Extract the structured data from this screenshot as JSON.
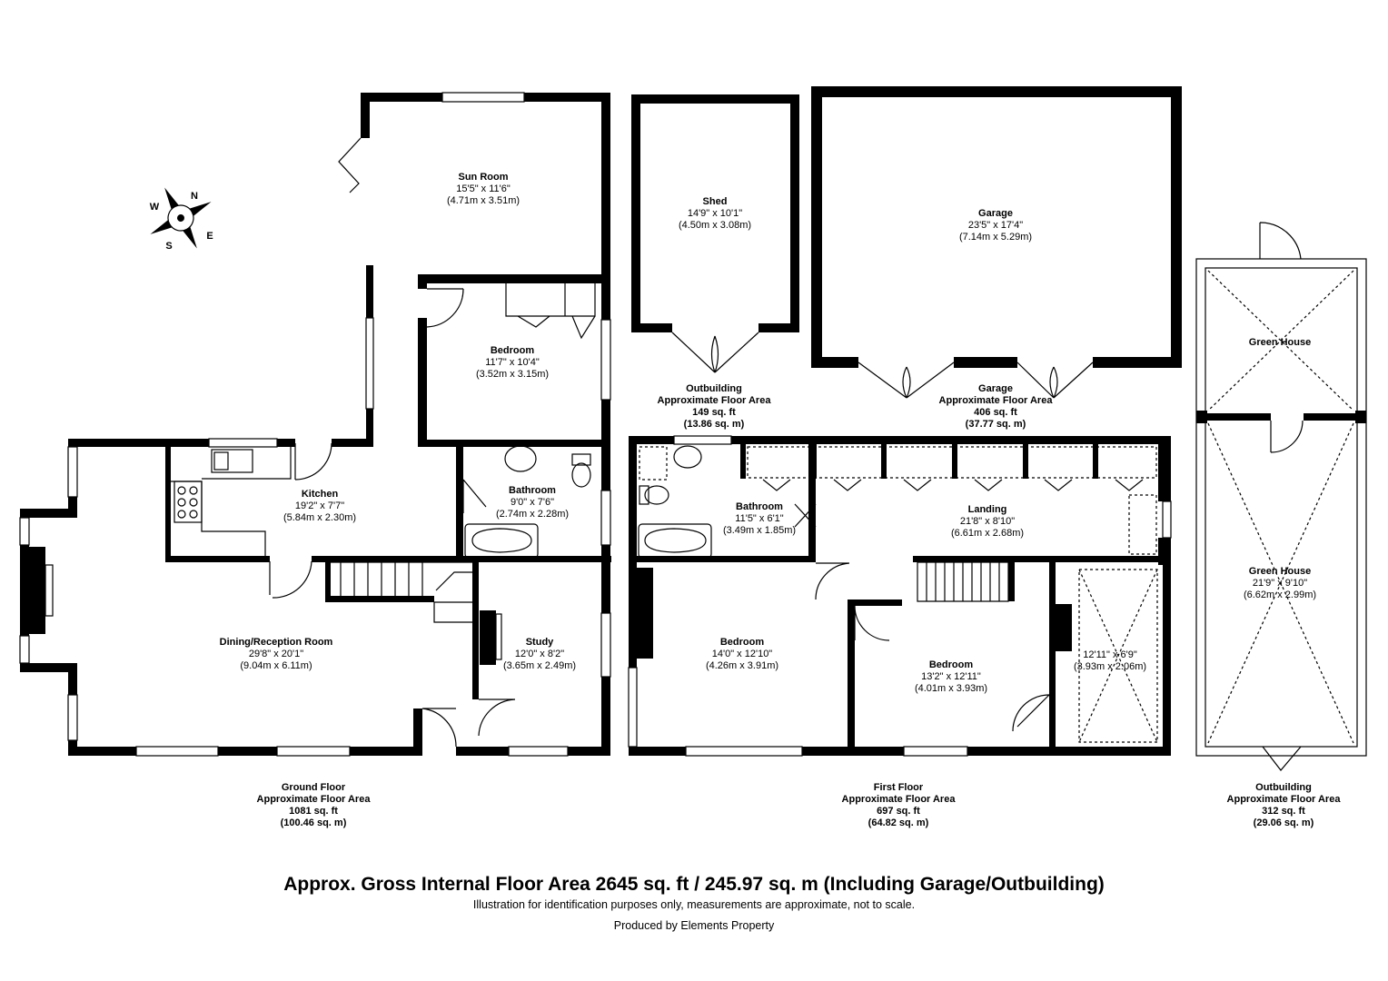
{
  "rooms": {
    "sun_room": {
      "name": "Sun Room",
      "imperial": "15'5\" x 11'6\"",
      "metric": "(4.71m x 3.51m)"
    },
    "bedroom_ground": {
      "name": "Bedroom",
      "imperial": "11'7\" x 10'4\"",
      "metric": "(3.52m x 3.15m)"
    },
    "kitchen": {
      "name": "Kitchen",
      "imperial": "19'2\" x 7'7\"",
      "metric": "(5.84m x 2.30m)"
    },
    "bathroom_ground": {
      "name": "Bathroom",
      "imperial": "9'0\" x 7'6\"",
      "metric": "(2.74m x 2.28m)"
    },
    "dining": {
      "name": "Dining/Reception Room",
      "imperial": "29'8\" x 20'1\"",
      "metric": "(9.04m x 6.11m)"
    },
    "study": {
      "name": "Study",
      "imperial": "12'0\" x 8'2\"",
      "metric": "(3.65m x 2.49m)"
    },
    "shed": {
      "name": "Shed",
      "imperial": "14'9\" x 10'1\"",
      "metric": "(4.50m x 3.08m)"
    },
    "garage": {
      "name": "Garage",
      "imperial": "23'5\" x 17'4\"",
      "metric": "(7.14m x 5.29m)"
    },
    "bathroom_first": {
      "name": "Bathroom",
      "imperial": "11'5\" x 6'1\"",
      "metric": "(3.49m x 1.85m)"
    },
    "landing": {
      "name": "Landing",
      "imperial": "21'8\" x 8'10\"",
      "metric": "(6.61m x 2.68m)"
    },
    "bedroom_first_1": {
      "name": "Bedroom",
      "imperial": "14'0\" x 12'10\"",
      "metric": "(4.26m x 3.91m)"
    },
    "bedroom_first_2": {
      "name": "Bedroom",
      "imperial": "13'2\" x 12'11\"",
      "metric": "(4.01m x 3.93m)"
    },
    "store": {
      "name": "",
      "imperial": "12'11\" x 6'9\"",
      "metric": "(3.93m x 2.06m)"
    },
    "green_house_top": {
      "name": "Green House",
      "imperial": "",
      "metric": ""
    },
    "green_house": {
      "name": "Green House",
      "imperial": "21'9\" x 9'10\"",
      "metric": "(6.62m x 2.99m)"
    }
  },
  "areas": {
    "outbuilding_shed": {
      "line1": "Outbuilding",
      "line2": "Approximate Floor Area",
      "line3": "149 sq. ft",
      "line4": "(13.86 sq. m)"
    },
    "garage": {
      "line1": "Garage",
      "line2": "Approximate Floor Area",
      "line3": "406 sq. ft",
      "line4": "(37.77 sq. m)"
    },
    "ground_floor": {
      "line1": "Ground Floor",
      "line2": "Approximate Floor Area",
      "line3": "1081 sq. ft",
      "line4": "(100.46 sq. m)"
    },
    "first_floor": {
      "line1": "First Floor",
      "line2": "Approximate Floor Area",
      "line3": "697 sq. ft",
      "line4": "(64.82 sq. m)"
    },
    "outbuilding_green": {
      "line1": "Outbuilding",
      "line2": "Approximate Floor Area",
      "line3": "312 sq. ft",
      "line4": "(29.06 sq. m)"
    }
  },
  "compass": {
    "n": "N",
    "e": "E",
    "s": "S",
    "w": "W"
  },
  "footer": {
    "title": "Approx. Gross Internal Floor Area 2645 sq. ft / 245.97 sq. m (Including Garage/Outbuilding)",
    "disclaimer": "Illustration for identification purposes only, measurements are approximate, not to scale.",
    "credit": "Produced by Elements Property"
  }
}
